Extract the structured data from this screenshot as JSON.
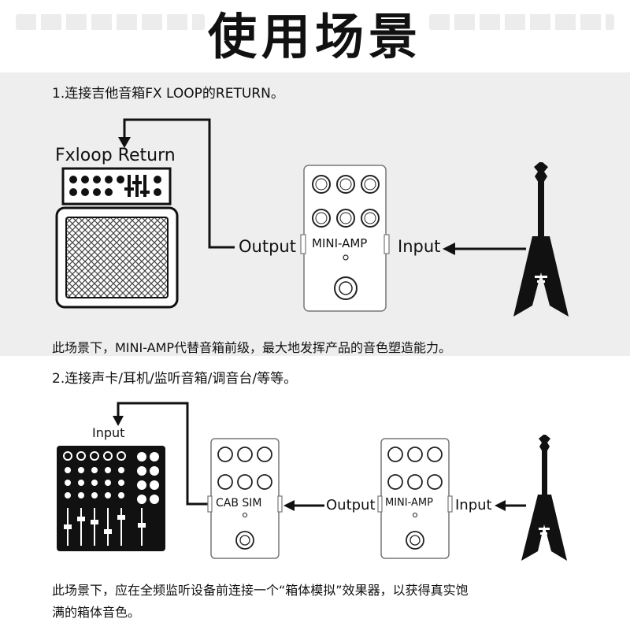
{
  "title": "使用场景",
  "scene1": {
    "heading": "1.连接吉他音箱FX LOOP的RETURN。",
    "amp_label": "Fxloop Return",
    "output_label": "Output",
    "input_label": "Input",
    "pedal_name": "MINI-AMP",
    "caption": "此场景下，MINI-AMP代替音箱前级，最大地发挥产品的音色塑造能力。"
  },
  "scene2": {
    "heading": "2.连接声卡/耳机/监听音箱/调音台/等等。",
    "mixer_label": "Input",
    "cab_pedal_name": "CAB SIM",
    "output_label": "Output",
    "amp_pedal_name": "MINI-AMP",
    "input_label": "Input",
    "caption_line1": "此场景下，应在全频监听设备前连接一个“箱体模拟”效果器，以获得真实饱",
    "caption_line2": "满的箱体音色。"
  }
}
